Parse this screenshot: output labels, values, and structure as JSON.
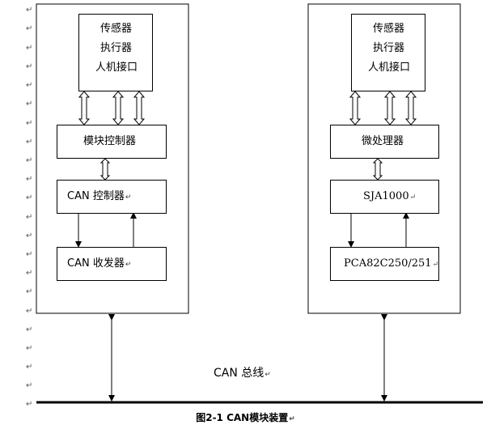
{
  "paragraph_mark": "↵",
  "left_module": {
    "io_lines": [
      "传感器",
      "执行器",
      "人机接口"
    ],
    "controller": "模块控制器",
    "can_controller": "CAN 控制器",
    "transceiver": "CAN 收发器"
  },
  "right_module": {
    "io_lines": [
      "传感器",
      "执行器",
      "人机接口"
    ],
    "processor": "微处理器",
    "can_controller": "SJA1000",
    "transceiver": "PCA82C250/251"
  },
  "bus_label": "CAN 总线",
  "caption": "图2-1 CAN模块装置"
}
